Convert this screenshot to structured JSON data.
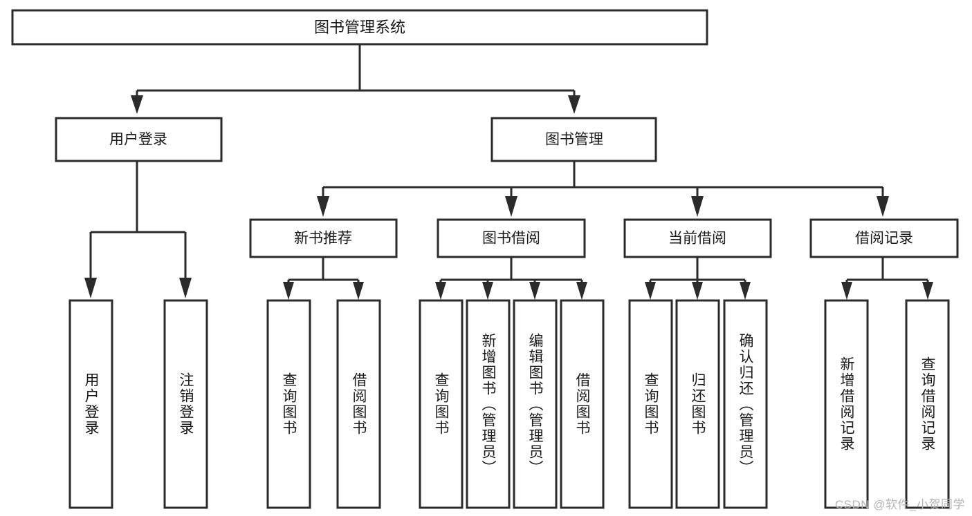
{
  "diagram": {
    "title": "图书管理系统",
    "type": "tree-hierarchy-chart",
    "background_color": "#ffffff",
    "line_color": "#2b2b2b",
    "text_color": "#1a1a1a",
    "root": {
      "label": "图书管理系统"
    },
    "level1": [
      {
        "label": "用户登录"
      },
      {
        "label": "图书管理"
      }
    ],
    "level2": [
      {
        "label": "新书推荐"
      },
      {
        "label": "图书借阅"
      },
      {
        "label": "当前借阅"
      },
      {
        "label": "借阅记录"
      }
    ],
    "leaves": {
      "user_login": [
        {
          "label": "用户登录"
        },
        {
          "label": "注销登录"
        }
      ],
      "new_book_recommend": [
        {
          "label": "查询图书"
        },
        {
          "label": "借阅图书"
        }
      ],
      "book_borrow": [
        {
          "label": "查询图书"
        },
        {
          "label": "新增图书（管理员）"
        },
        {
          "label": "编辑图书（管理员）"
        },
        {
          "label": "借阅图书"
        }
      ],
      "current_borrow": [
        {
          "label": "查询图书"
        },
        {
          "label": "归还图书"
        },
        {
          "label": "确认归还（管理员）"
        }
      ],
      "borrow_record": [
        {
          "label": "新增借阅记录"
        },
        {
          "label": "查询借阅记录"
        }
      ]
    }
  },
  "watermark": {
    "text": "CSDN @软件_小贺同学"
  }
}
